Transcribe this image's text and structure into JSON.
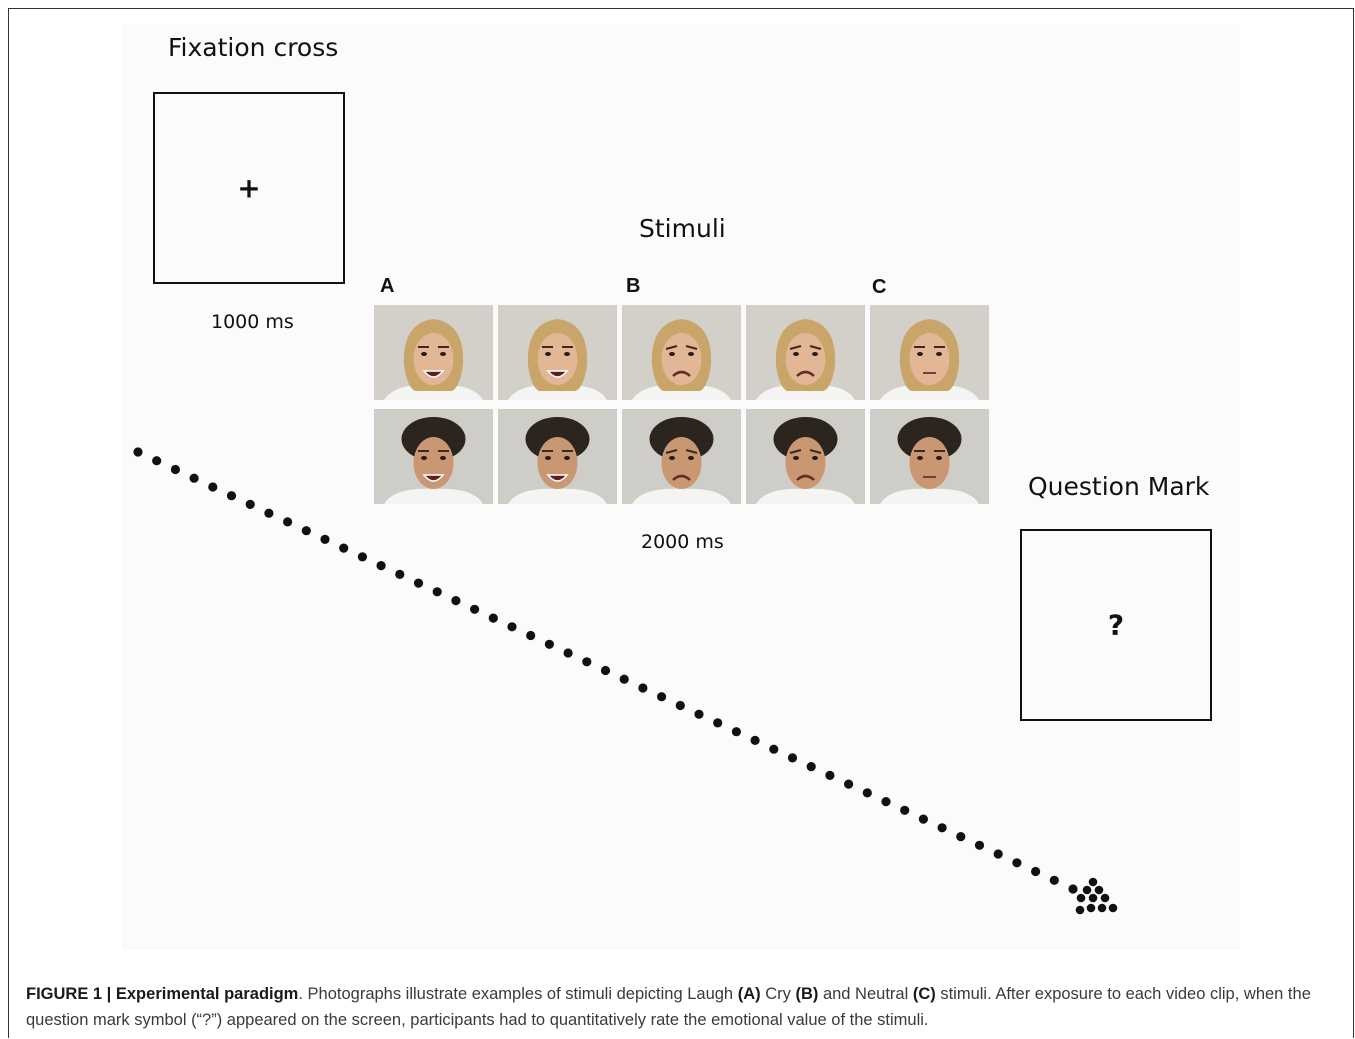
{
  "fixation": {
    "title": "Fixation cross",
    "symbol": "+",
    "duration": "1000 ms"
  },
  "stimuli": {
    "title": "Stimuli",
    "labels": [
      "A",
      "B",
      "C"
    ],
    "duration": "2000 ms",
    "rows": [
      {
        "subject": "female",
        "expressions": [
          "laugh",
          "laugh",
          "cry",
          "cry",
          "neutral"
        ]
      },
      {
        "subject": "male",
        "expressions": [
          "laugh",
          "laugh",
          "cry",
          "cry",
          "neutral"
        ]
      }
    ]
  },
  "question": {
    "title": "Question Mark",
    "symbol": "?"
  },
  "caption": {
    "label": "FIGURE 1 | Experimental paradigm",
    "t1": ". Photographs illustrate examples of stimuli depicting Laugh ",
    "a": "(A)",
    "t2": " Cry ",
    "b": "(B)",
    "t3": " and Neutral ",
    "c": "(C)",
    "t4": " stimuli. After exposure to each video clip, when the question mark symbol (“?”) appeared on the screen, participants had to quantitatively rate the emotional value of the stimuli."
  }
}
